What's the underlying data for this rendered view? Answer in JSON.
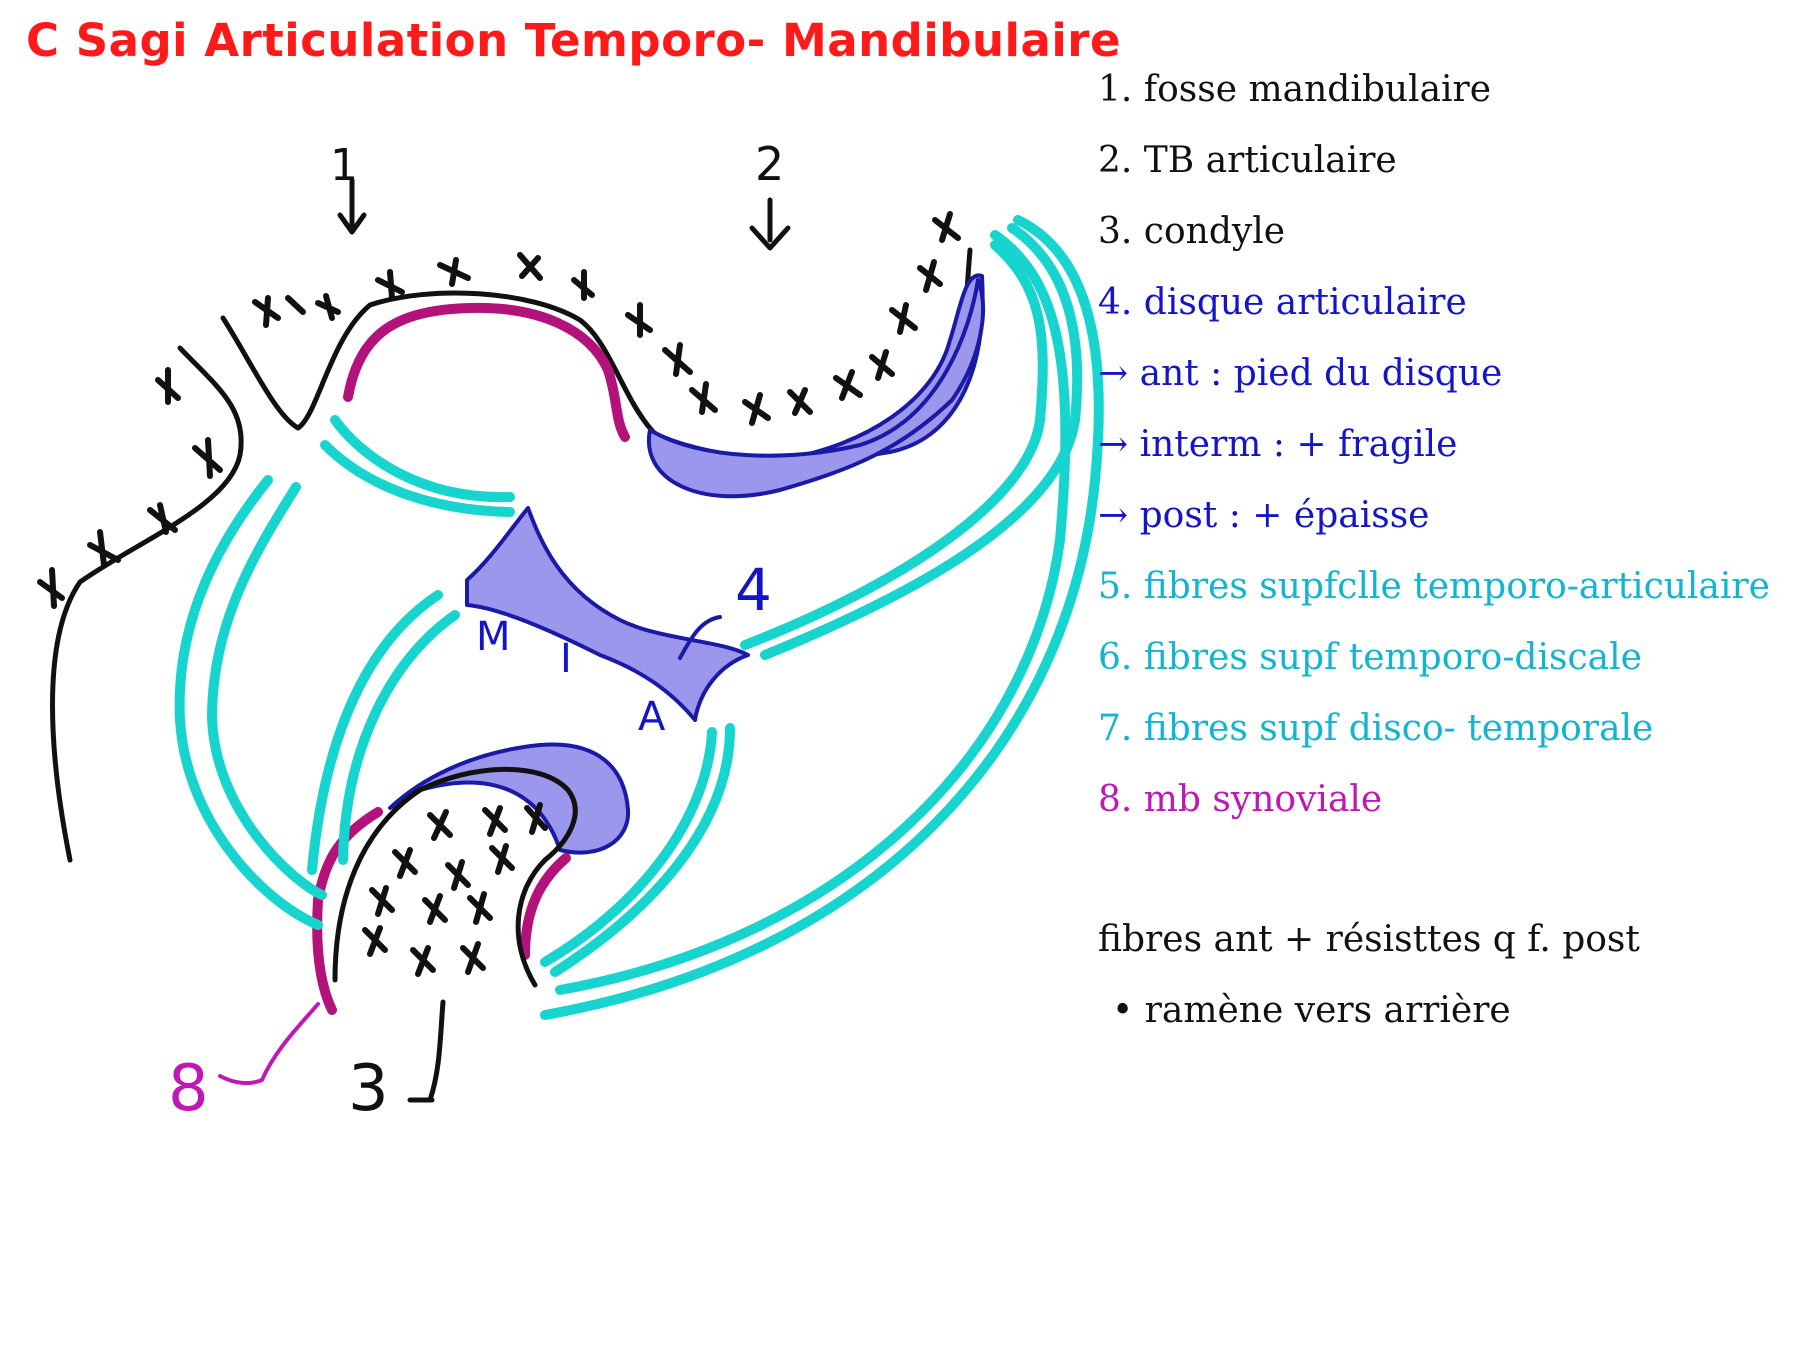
{
  "title": "C  Sagi  Articulation Temporo- Mandibulaire",
  "colors": {
    "title": "#ff1a1a",
    "black": "#111111",
    "disc_fill": "#9b97ec",
    "disc_stroke": "#1a1aa6",
    "fibers": "#18d4cf",
    "synovial": "#b3127a",
    "legend_blue": "#1515c8",
    "legend_cyan": "#12b4cf",
    "legend_magenta": "#c018b4"
  },
  "legend": [
    {
      "text": "1. fosse mandibulaire",
      "color": "#111111"
    },
    {
      "text": "2. TB articulaire",
      "color": "#111111"
    },
    {
      "text": "3. condyle",
      "color": "#111111"
    },
    {
      "text": "4. disque articulaire",
      "color": "#1515c8"
    },
    {
      "text": " → ant : pied du disque",
      "color": "#1515c8"
    },
    {
      "text": " → interm : + fragile",
      "color": "#1515c8"
    },
    {
      "text": " → post : + épaisse",
      "color": "#1515c8"
    },
    {
      "text": "5. fibres supfclle temporo-articulaire",
      "color": "#12b4cf"
    },
    {
      "text": "6. fibres supf temporo-discale",
      "color": "#12b4cf"
    },
    {
      "text": "7. fibres supf disco- temporale",
      "color": "#12b4cf"
    },
    {
      "text": "8. mb synoviale",
      "color": "#c018b4"
    }
  ],
  "notes": {
    "line1": "fibres ant + résisttes q f. post",
    "line2": "• ramène vers arrière"
  },
  "diagram_labels": {
    "n1": "1",
    "n2": "2",
    "n3": "3",
    "n4": "4",
    "n8": "8",
    "M": "M",
    "I": "I",
    "A": "A"
  }
}
